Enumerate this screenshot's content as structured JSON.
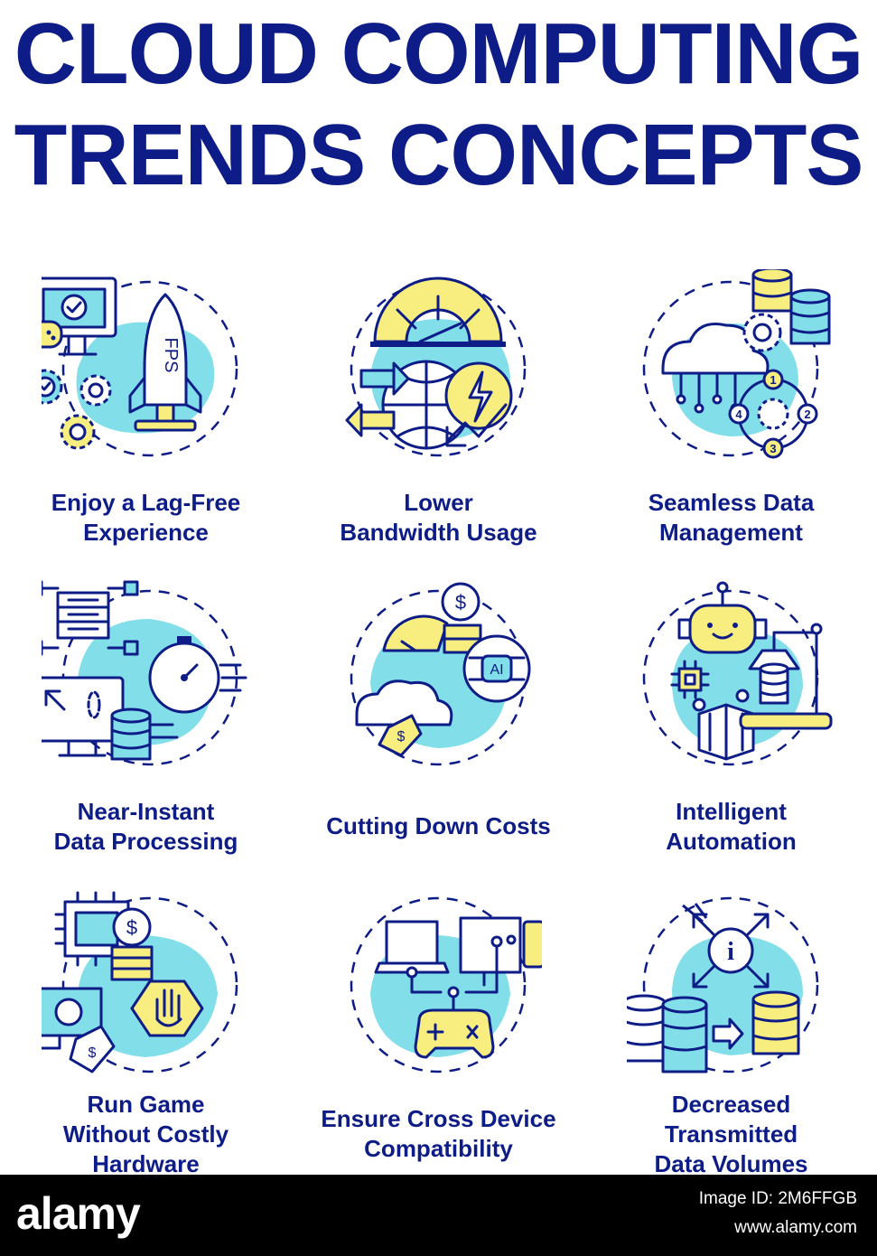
{
  "title": {
    "line1": "CLOUD COMPUTING",
    "line2": "TRENDS CONCEPTS"
  },
  "colors": {
    "text": "#0d1c86",
    "blob": "#82dfe9",
    "accent": "#f7ee7f",
    "footer": "#000000"
  },
  "items": [
    {
      "icon": "lag-free-gaming-icon",
      "lines": [
        "Enjoy a Lag-Free",
        "Experience"
      ],
      "labels": {
        "rocket": "FPS"
      }
    },
    {
      "icon": "bandwidth-gauge-icon",
      "lines": [
        "Lower",
        "Bandwidth Usage"
      ]
    },
    {
      "icon": "data-management-icon",
      "lines": [
        "Seamless Data",
        "Management"
      ],
      "labels": {
        "steps": [
          "1",
          "2",
          "3",
          "4"
        ]
      }
    },
    {
      "icon": "data-processing-icon",
      "lines": [
        "Near-Instant",
        "Data Processing"
      ]
    },
    {
      "icon": "cost-cutting-icon",
      "lines": [
        "Cutting Down Costs"
      ],
      "labels": {
        "chip": "AI",
        "coin": "$",
        "tag": "$"
      }
    },
    {
      "icon": "robot-automation-icon",
      "lines": [
        "Intelligent",
        "Automation"
      ]
    },
    {
      "icon": "game-hardware-icon",
      "lines": [
        "Run Game",
        "Without Costly",
        "Hardware"
      ],
      "labels": {
        "coin": "$",
        "tag": "$"
      }
    },
    {
      "icon": "cross-device-icon",
      "lines": [
        "Ensure Cross Device",
        "Compatibility"
      ]
    },
    {
      "icon": "data-volume-icon",
      "lines": [
        "Decreased",
        "Transmitted",
        "Data Volumes"
      ],
      "labels": {
        "info": "i"
      }
    }
  ],
  "footer": {
    "brand": "alamy",
    "stock_id": "Image ID: 2M6FFGB",
    "url": "www.alamy.com"
  }
}
